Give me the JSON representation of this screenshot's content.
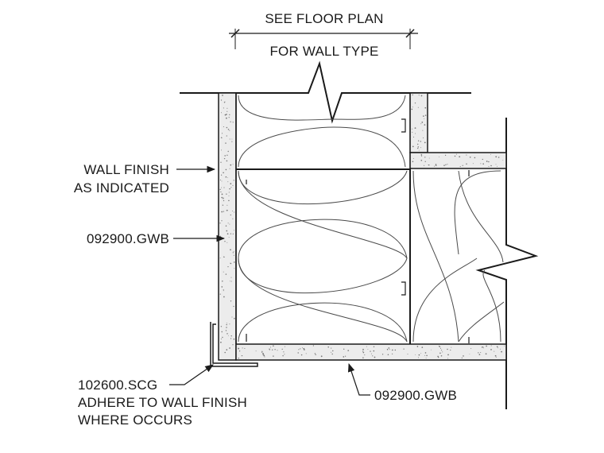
{
  "labels": {
    "see_floor_plan": "SEE FLOOR PLAN",
    "for_wall_type": "FOR WALL TYPE",
    "wall_finish_1": "WALL FINISH",
    "wall_finish_2": "AS INDICATED",
    "gwb_left": "092900.GWB",
    "scg_1": "102600.SCG",
    "scg_2": "ADHERE TO WALL FINISH",
    "scg_3": "WHERE OCCURS",
    "gwb_bottom": "092900.GWB"
  }
}
